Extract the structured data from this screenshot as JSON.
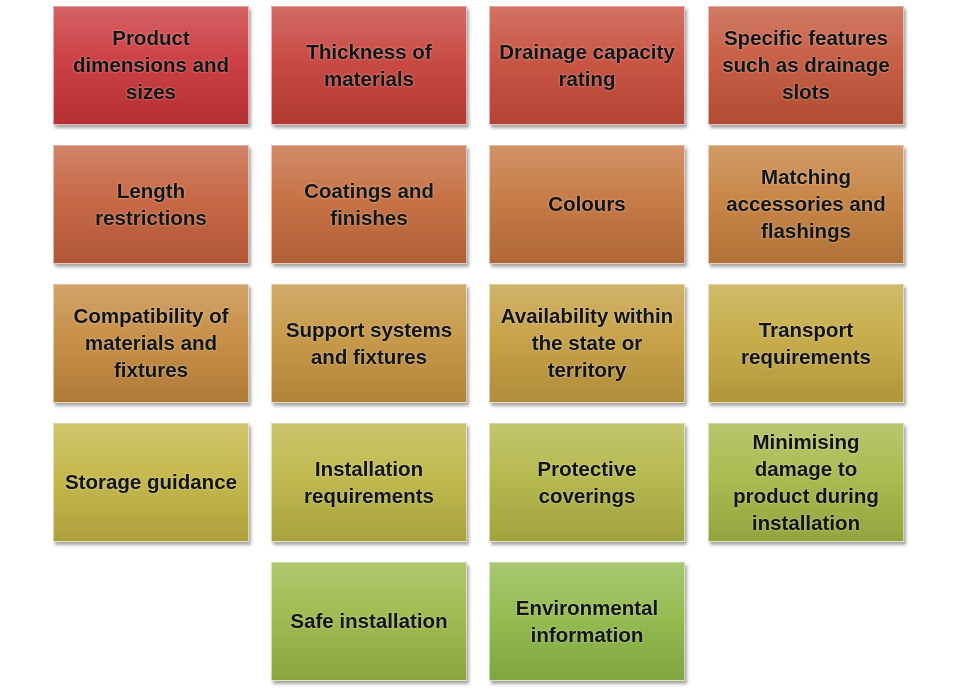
{
  "tiles": [
    {
      "label": "Product dimensions and sizes",
      "color": "#c9353a"
    },
    {
      "label": "Thickness of materials",
      "color": "#c6403a"
    },
    {
      "label": "Drainage capacity rating",
      "color": "#c64b3a"
    },
    {
      "label": "Specific features such as drainage slots",
      "color": "#c4553a"
    },
    {
      "label": "Length restrictions",
      "color": "#c4603c"
    },
    {
      "label": "Coatings and finishes",
      "color": "#c46a3c"
    },
    {
      "label": "Colours",
      "color": "#c4743c"
    },
    {
      "label": "Matching accessories and flashings",
      "color": "#c47f3d"
    },
    {
      "label": "Compatibility of materials and fixtures",
      "color": "#c4893e"
    },
    {
      "label": "Support systems and fixtures",
      "color": "#c4933f"
    },
    {
      "label": "Availability within the state or territory",
      "color": "#c49d40"
    },
    {
      "label": "Transport requirements",
      "color": "#c4a841"
    },
    {
      "label": "Storage guidance",
      "color": "#c2b443"
    },
    {
      "label": "Installation requirements",
      "color": "#bcb544"
    },
    {
      "label": "Protective coverings",
      "color": "#b2b545"
    },
    {
      "label": "Minimising damage to product during installation",
      "color": "#a6b646"
    },
    {
      "label": "Safe installation",
      "color": "#9bb847"
    },
    {
      "label": "Environmental information",
      "color": "#8eb848"
    }
  ]
}
